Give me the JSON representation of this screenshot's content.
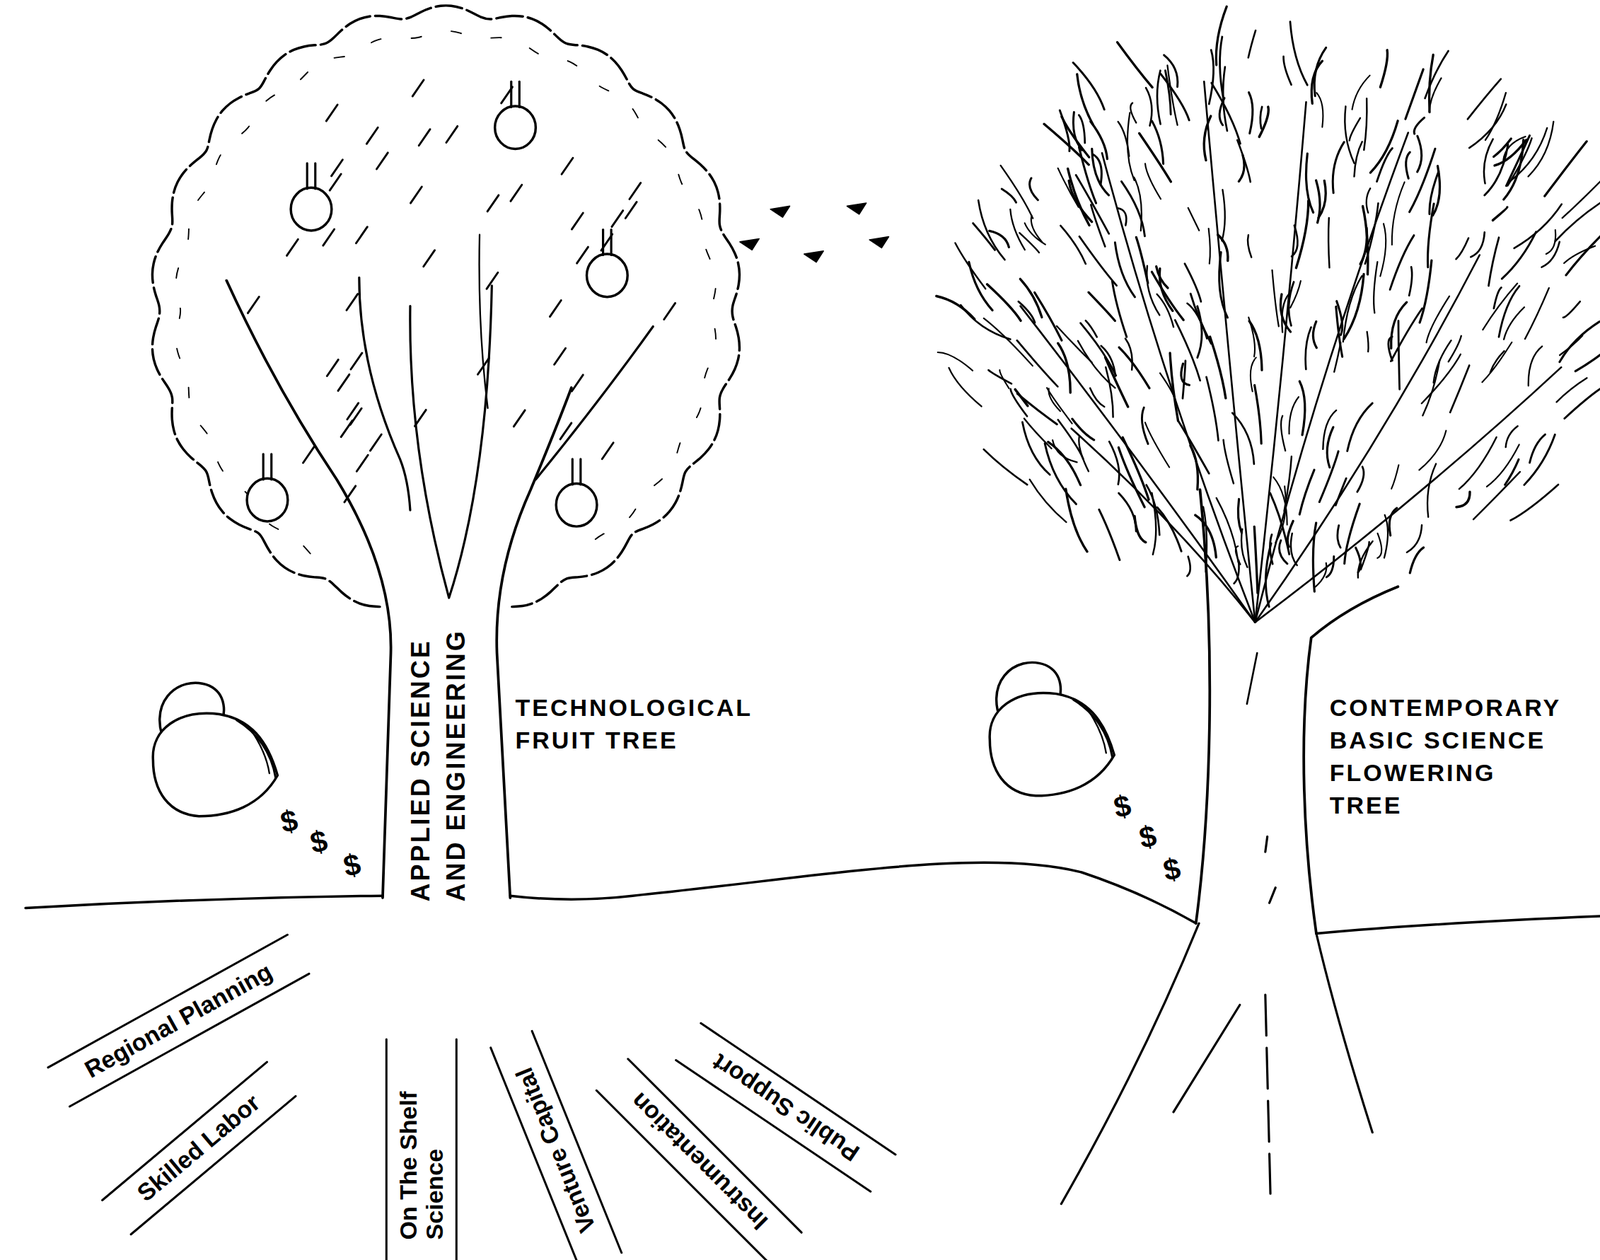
{
  "diagram": {
    "labels": [
      "APPLIED SCIENCE AND ENGINEERING",
      "TECHNOLOGICAL FRUIT TREE",
      "CONTEMPORARY BASIC SCIENCE FLOWERING TREE",
      "$",
      "$",
      "$",
      "$",
      "$",
      "$",
      "Regional Planning",
      "Skilled Labor",
      "On The Shelf Science",
      "Venture Capital",
      "Instrumentation",
      "Public Support"
    ]
  }
}
